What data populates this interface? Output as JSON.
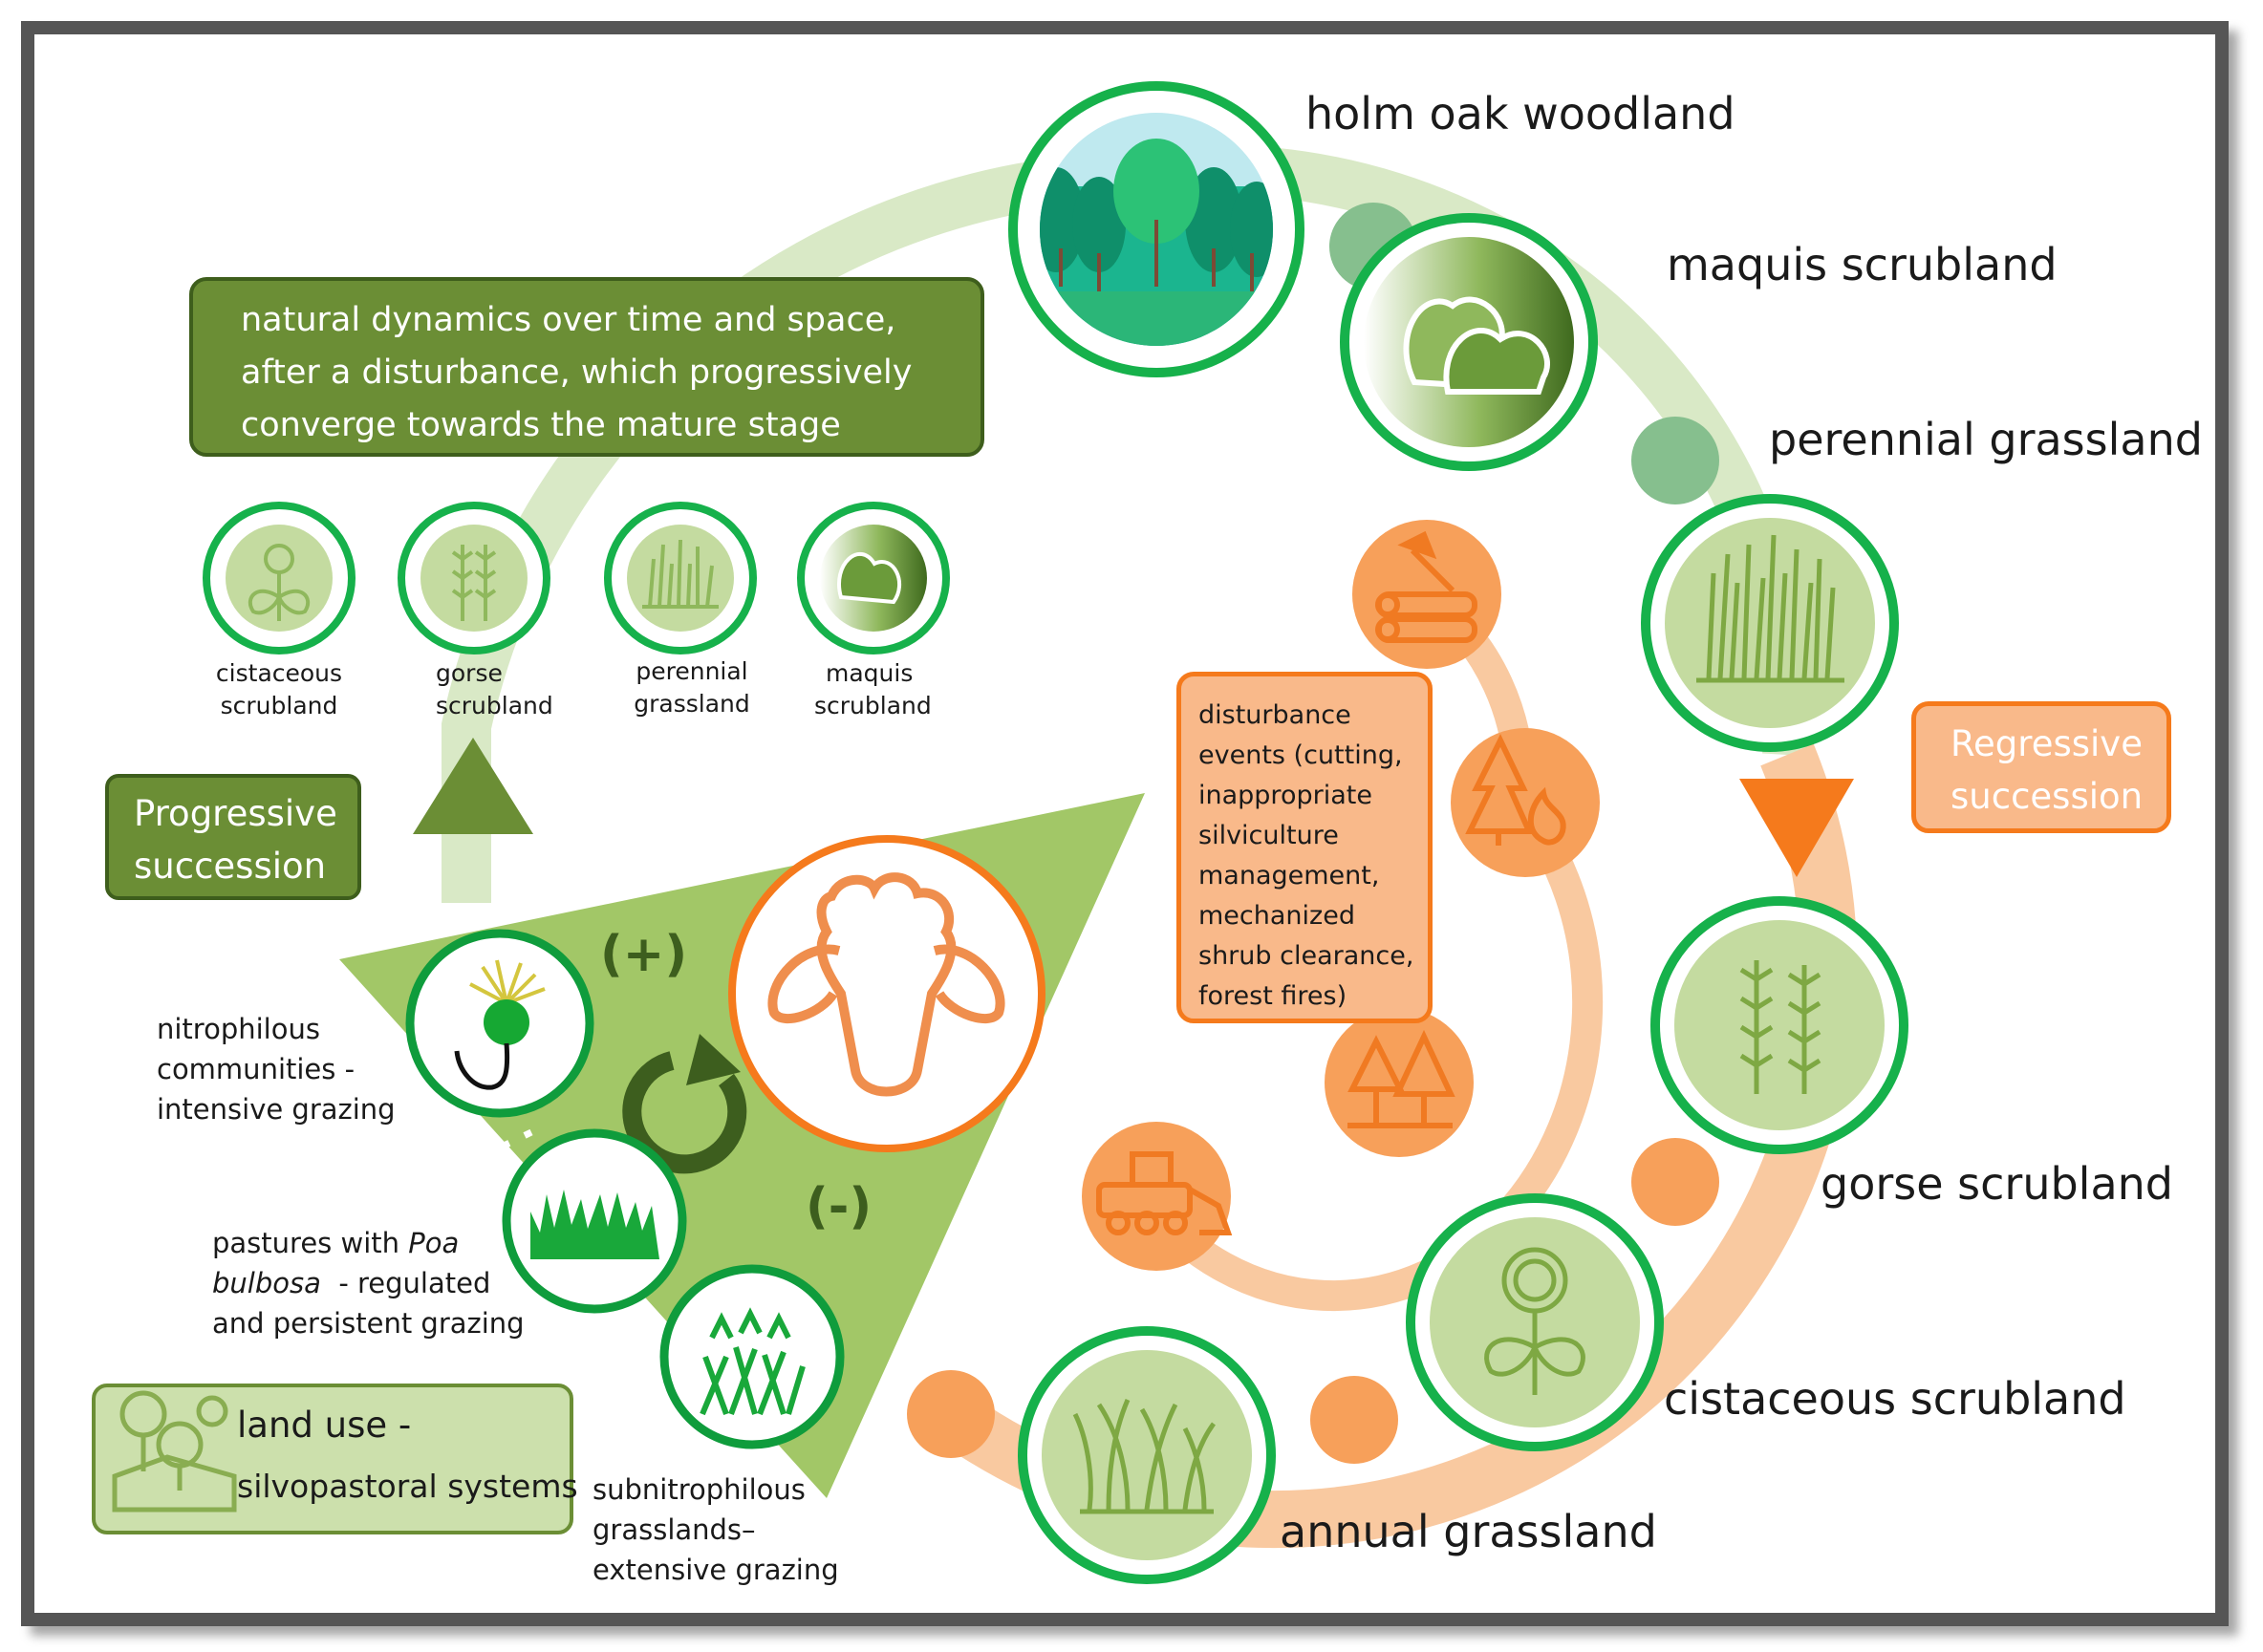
{
  "description_box": {
    "text": "natural dynamics over time and space, after a disturbance, which progressively converge towards the mature stage"
  },
  "progressive_box": {
    "label": "Progressive succession"
  },
  "regressive_box": {
    "label": "Regressive succession"
  },
  "disturbance_box": {
    "text": "disturbance events (cutting, inappropriate silviculture management, mechanized shrub clearance, forest fires)"
  },
  "land_use_box": {
    "line1": "land use -",
    "line2": "silvopastoral systems"
  },
  "small_legend": [
    {
      "line1": "cistaceous",
      "line2": "scrubland"
    },
    {
      "line1": "gorse",
      "line2": "scrubland"
    },
    {
      "line1": "perennial",
      "line2": "grassland"
    },
    {
      "line1": "maquis",
      "line2": "scrubland"
    }
  ],
  "stages": [
    {
      "label": "holm oak woodland"
    },
    {
      "label": "maquis scrubland"
    },
    {
      "label": "perennial grassland"
    },
    {
      "label": "gorse scrubland"
    },
    {
      "label": "cistaceous scrubland"
    },
    {
      "label": "annual grassland"
    }
  ],
  "grazing": {
    "plus": "(+)",
    "minus": "(-)",
    "nitrophilous": {
      "line1": "nitrophilous",
      "line2": "communities -",
      "line3": "intensive grazing"
    },
    "pastures": {
      "line1_pre": "pastures with ",
      "line1_italic": "Poa",
      "line2_italic": "bulbosa",
      "line2_post": "  - regulated",
      "line3": "and persistent grazing"
    },
    "subnitrophilous": {
      "line1": "subnitrophilous",
      "line2": "grasslands–",
      "line3": "extensive grazing"
    }
  },
  "icons": [
    "holm-oak-forest-icon",
    "maquis-bush-icon",
    "perennial-grass-icon",
    "gorse-plant-icon",
    "cistaceous-flower-icon",
    "annual-grass-icon",
    "sheep-icon",
    "refresh-cycle-icon",
    "thistle-icon",
    "poa-grass-icon",
    "subnitrophilous-grass-icon",
    "logging-icon",
    "forest-fire-icon",
    "tree-cutting-icon",
    "bulldozer-icon",
    "land-use-landscape-icon"
  ],
  "colors": {
    "dark_green": "#6b8e35",
    "medium_green": "#a2c767",
    "pale_green": "#d6e7c2",
    "ring_green": "#16b14b",
    "orange": "#f7a05a",
    "dark_orange": "#f57a1c",
    "pale_orange": "#f9c9a0"
  }
}
